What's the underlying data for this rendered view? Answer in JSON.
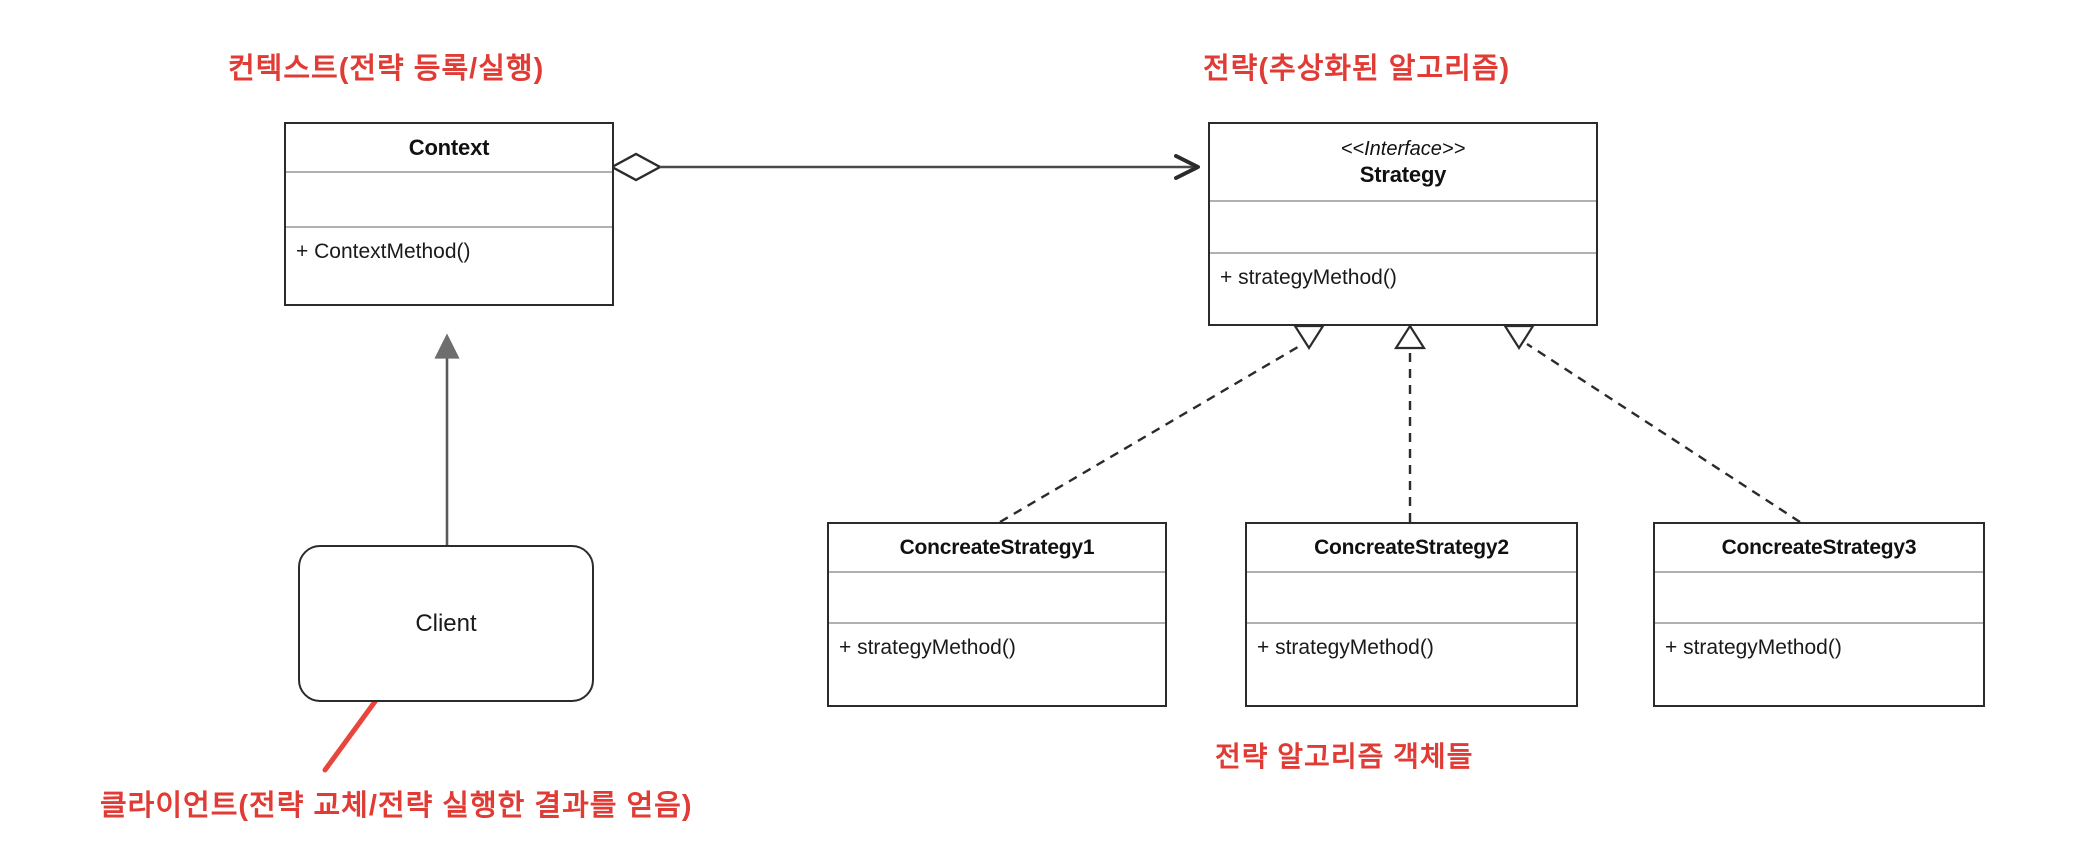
{
  "diagram": {
    "title": "Strategy Pattern UML Class Diagram",
    "accent_red": "#e03c35",
    "line_color": "#3a3a3a",
    "box_border": "#2b2b2b",
    "divider": "#b0b0b0"
  },
  "classes": {
    "context": {
      "name": "Context",
      "stereotype": "",
      "attributes": [],
      "operations": [
        "+ ContextMethod()"
      ]
    },
    "strategy": {
      "name": "Strategy",
      "stereotype": "<<Interface>>",
      "attributes": [],
      "operations": [
        "+ strategyMethod()"
      ]
    },
    "concrete1": {
      "name": "ConcreateStrategy1",
      "stereotype": "",
      "attributes": [],
      "operations": [
        "+ strategyMethod()"
      ]
    },
    "concrete2": {
      "name": "ConcreateStrategy2",
      "stereotype": "",
      "attributes": [],
      "operations": [
        "+ strategyMethod()"
      ]
    },
    "concrete3": {
      "name": "ConcreateStrategy3",
      "stereotype": "",
      "attributes": [],
      "operations": [
        "+ strategyMethod()"
      ]
    }
  },
  "nodes": {
    "client": {
      "label": "Client"
    }
  },
  "relationships": [
    {
      "id": "context-strategy",
      "from": "Context",
      "to": "Strategy",
      "type": "aggregation-directed",
      "source_decoration": "hollow-diamond",
      "target_decoration": "open-arrow",
      "style": "solid"
    },
    {
      "id": "client-context",
      "from": "Client",
      "to": "Context",
      "type": "association-directed",
      "source_decoration": "none",
      "target_decoration": "filled-arrow",
      "style": "solid"
    },
    {
      "id": "concrete1-strategy",
      "from": "ConcreateStrategy1",
      "to": "Strategy",
      "type": "realization",
      "source_decoration": "none",
      "target_decoration": "hollow-triangle",
      "style": "dashed"
    },
    {
      "id": "concrete2-strategy",
      "from": "ConcreateStrategy2",
      "to": "Strategy",
      "type": "realization",
      "source_decoration": "none",
      "target_decoration": "hollow-triangle",
      "style": "dashed"
    },
    {
      "id": "concrete3-strategy",
      "from": "ConcreateStrategy3",
      "to": "Strategy",
      "type": "realization",
      "source_decoration": "none",
      "target_decoration": "hollow-triangle",
      "style": "dashed"
    }
  ],
  "annotations": {
    "context": "컨텍스트(전략 등록/실행)",
    "strategy": "전략(추상화된 알고리즘)",
    "concrete": "전략 알고리즘 객체들",
    "client": "클라이언트(전략 교체/전략 실행한 결과를 얻음)"
  }
}
